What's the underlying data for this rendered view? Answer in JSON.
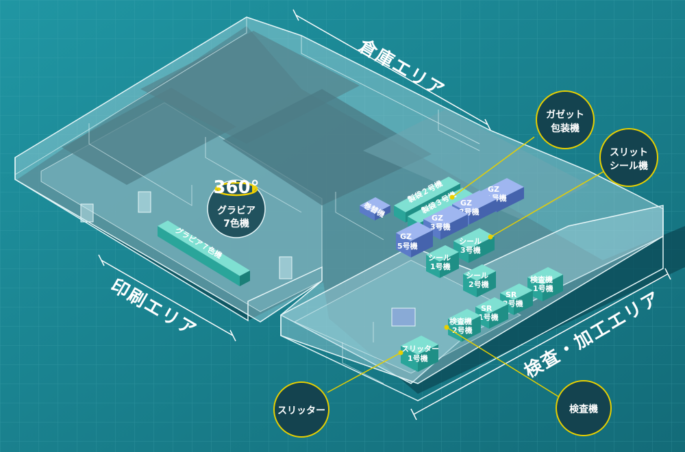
{
  "areas": {
    "warehouse": "倉庫エリア",
    "printing": "印刷エリア",
    "inspection": "検査・加工エリア"
  },
  "badge_360": {
    "value": "360°",
    "line1": "グラビア",
    "line2": "7色機"
  },
  "machines": {
    "gravure": "グラビア７色機",
    "winder": "巻替機",
    "bag2": "製袋２号機",
    "bag3": "製袋３号機",
    "gz1": {
      "top": "GZ",
      "bottom": "1号機"
    },
    "gz2": {
      "top": "GZ",
      "bottom": "2号機"
    },
    "gz3": {
      "top": "GZ",
      "bottom": "3号機"
    },
    "gz5": {
      "top": "GZ",
      "bottom": "5号機"
    },
    "seal1": {
      "top": "シール",
      "bottom": "1号機"
    },
    "seal2": {
      "top": "シール",
      "bottom": "2号機"
    },
    "seal3": {
      "top": "シール",
      "bottom": "3号機"
    },
    "slitter1": {
      "top": "スリッター",
      "bottom": "1号機"
    },
    "insp1": {
      "top": "検査機",
      "bottom": "1号機"
    },
    "insp2": {
      "top": "検査機",
      "bottom": "2号機"
    },
    "sr1": {
      "top": "SR",
      "bottom": "1号機"
    },
    "sr2": {
      "top": "SR",
      "bottom": "2号機"
    }
  },
  "callouts": {
    "gusset": {
      "line1": "ガゼット",
      "line2": "包装機"
    },
    "slit_seal": {
      "line1": "スリット",
      "line2": "シール機"
    },
    "slitter": {
      "line1": "スリッター"
    },
    "inspection": {
      "line1": "検査機"
    }
  },
  "colors": {
    "background": "#1b7f8c",
    "callout_circle": "#14434f",
    "callout_ring": "#e8d000",
    "teal_machine": "#2aa59a",
    "blue_machine": "#6f8fd8"
  }
}
